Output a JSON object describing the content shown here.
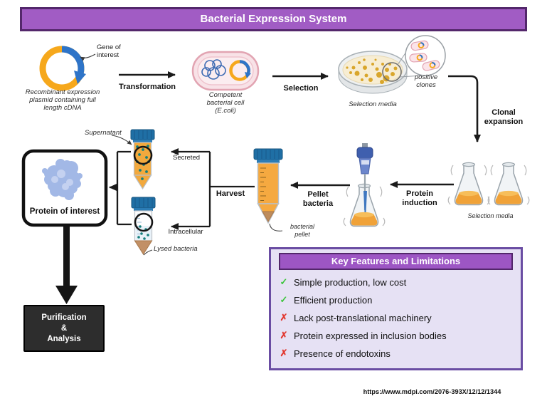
{
  "title": "Bacterial Expression System",
  "steps": {
    "transformation": "Transformation",
    "selection": "Selection",
    "clonal_expansion": "Clonal\nexpansion",
    "protein_induction": "Protein\ninduction",
    "pellet_bacteria": "Pellet\nbacteria",
    "harvest": "Harvest"
  },
  "labels": {
    "gene_of_interest": "Gene of\ninterest",
    "plasmid_caption": "Recombinant expression\nplasmid containing full\nlength cDNA",
    "cell_caption": "Competent\nbacterial cell\n(E.coli)",
    "selection_media_dish": "Selection media",
    "positive_clones": "positive\nclones",
    "selection_media_flasks": "Selection media",
    "bacterial_pellet": "bacterial\npellet",
    "supernatant": "Supernatant",
    "secreted": "Secreted",
    "intracellular": "Intracellular",
    "lysed_bacteria": "Lysed bacteria",
    "protein_of_interest": "Protein of interest",
    "purification_analysis": "Purification\n&\nAnalysis"
  },
  "key_features": {
    "title": "Key Features and Limitations",
    "items": [
      {
        "glyph": "✓",
        "type": "pro",
        "text": "Simple production, low cost"
      },
      {
        "glyph": "✓",
        "type": "pro",
        "text": "Efficient production"
      },
      {
        "glyph": "✗",
        "type": "con",
        "text": "Lack post-translational machinery"
      },
      {
        "glyph": "✗",
        "type": "con",
        "text": "Protein expressed in inclusion bodies"
      },
      {
        "glyph": "✗",
        "type": "con",
        "text": "Presence of endotoxins"
      }
    ]
  },
  "footer": {
    "url": "https://www.mdpi.com/2076-393X/12/12/1344"
  },
  "colors": {
    "title_purple": "#A15CC4",
    "border_purple": "#53276B",
    "panel_lavender": "#E6E1F4",
    "panel_border": "#6A4DA3",
    "check_green": "#3DC53D",
    "cross_red": "#E2382F",
    "plasmid_yellow": "#F6A81C",
    "plasmid_blue": "#2E74C8",
    "liquid_orange": "#F0A238",
    "cap_blue": "#1F6FA5",
    "teal_dots": "#157F7D"
  }
}
